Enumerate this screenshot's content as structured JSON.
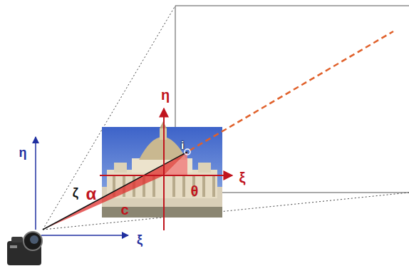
{
  "diagram": {
    "labels": [
      "η",
      "i",
      "ξ",
      "η",
      "α",
      "θ",
      "ζ",
      "c",
      "ξ"
    ]
  }
}
